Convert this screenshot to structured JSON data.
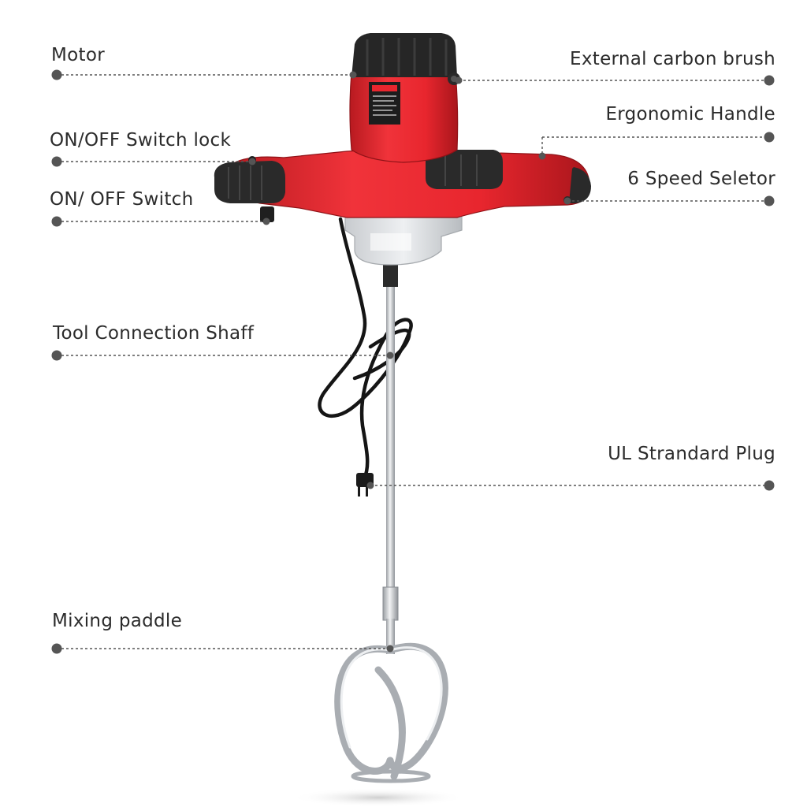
{
  "callouts": {
    "motor": "Motor",
    "switch_lock": "ON/OFF Switch lock",
    "switch": "ON/ OFF Switch",
    "shaft": "Tool  Connection Shaff",
    "paddle": "Mixing paddle",
    "carbon_brush": "External carbon brush",
    "handle": "Ergonomic Handle",
    "speed": "6 Speed Seletor",
    "plug": "UL Strandard Plug"
  },
  "colors": {
    "body_red": "#e8262e",
    "body_red_dark": "#b81a20",
    "grip_black": "#2a2a2a",
    "metal": "#c9ccd0",
    "leader": "#555555"
  }
}
